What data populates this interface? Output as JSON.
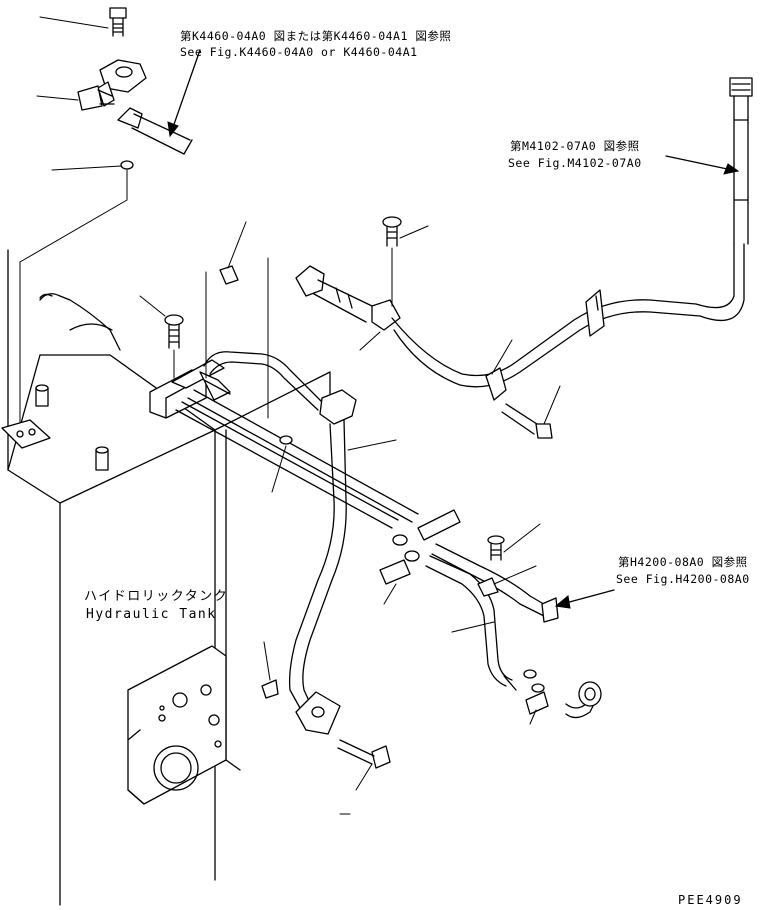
{
  "references": {
    "k4460": {
      "jp": "第K4460-04A0 図または第K4460-04A1 図参照",
      "en": "See Fig.K4460-04A0 or K4460-04A1"
    },
    "m4102": {
      "jp": "第M4102-07A0 図参照",
      "en": "See Fig.M4102-07A0"
    },
    "h4200": {
      "jp": "第H4200-08A0 図参照",
      "en": "See Fig.H4200-08A0"
    }
  },
  "tank_label": {
    "jp": "ハイドロリックタンク",
    "en": "Hydraulic Tank"
  },
  "drawing_code": "PEE4909"
}
